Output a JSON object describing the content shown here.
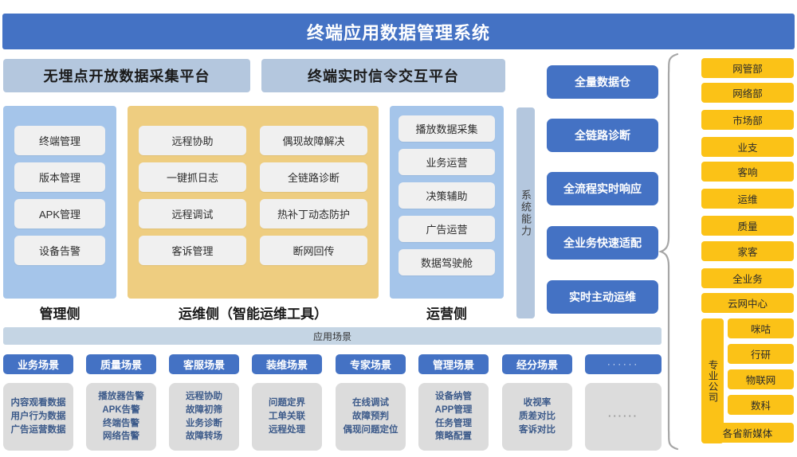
{
  "header": {
    "title": "终端应用数据管理系统",
    "accent_color": "#4472c4"
  },
  "platforms": [
    {
      "label": "无埋点开放数据采集平台"
    },
    {
      "label": "终端实时信令交互平台"
    }
  ],
  "columns": [
    {
      "caption": "管理侧",
      "color": "#a5c5ea",
      "items": [
        "终端管理",
        "版本管理",
        "APK管理",
        "设备告警"
      ]
    },
    {
      "caption": "运维侧（智能运维工具）",
      "color": "#eecd80",
      "items_left": [
        "远程协助",
        "一键抓日志",
        "远程调试",
        "客诉管理"
      ],
      "items_right": [
        "偶现故障解决",
        "全链路诊断",
        "热补丁动态防护",
        "断网回传"
      ]
    },
    {
      "caption": "运营侧",
      "color": "#a5c5ea",
      "items": [
        "播放数据采集",
        "业务运营",
        "决策辅助",
        "广告运营",
        "数据驾驶舱"
      ]
    }
  ],
  "spine": {
    "label": "系统能力",
    "color": "#b4c7de"
  },
  "capabilities": {
    "color": "#4472c4",
    "items": [
      "全量数据仓",
      "全链路诊断",
      "全流程实时响应",
      "全业务快速适配",
      "实时主动运维"
    ]
  },
  "departments": {
    "color": "#fbc217",
    "group_label": "专业公司",
    "items": [
      {
        "label": "网管部",
        "indent": false
      },
      {
        "label": "网络部",
        "indent": false
      },
      {
        "label": "市场部",
        "indent": false
      },
      {
        "label": "业支",
        "indent": false
      },
      {
        "label": "客响",
        "indent": false
      },
      {
        "label": "运维",
        "indent": false
      },
      {
        "label": "质量",
        "indent": false
      },
      {
        "label": "家客",
        "indent": false
      },
      {
        "label": "全业务",
        "indent": false
      },
      {
        "label": "云网中心",
        "indent": false
      },
      {
        "label": "咪咕",
        "indent": true
      },
      {
        "label": "行研",
        "indent": true
      },
      {
        "label": "物联网",
        "indent": true
      },
      {
        "label": "数科",
        "indent": true
      },
      {
        "label": "各省新媒体",
        "indent": false
      }
    ]
  },
  "scenarios": {
    "band_label": "应用场景",
    "band_color": "#c5d5e4",
    "head_color": "#4472c4",
    "body_color": "#dcdcdc",
    "columns": [
      {
        "head": "业务场景",
        "body": "内容观看数据\n用户行为数据\n广告运营数据"
      },
      {
        "head": "质量场景",
        "body": "播放器告警\nAPK告警\n终端告警\n网络告警"
      },
      {
        "head": "客服场景",
        "body": "远程协助\n故障初筛\n业务诊断\n故障转场"
      },
      {
        "head": "装维场景",
        "body": "问题定界\n工单关联\n远程处理"
      },
      {
        "head": "专家场景",
        "body": "在线调试\n故障预判\n偶现问题定位"
      },
      {
        "head": "管理场景",
        "body": "设备纳管\nAPP管理\n任务管理\n策略配置"
      },
      {
        "head": "经分场景",
        "body": "收视率\n质差对比\n客诉对比"
      },
      {
        "head": "······",
        "body": "······"
      }
    ]
  }
}
